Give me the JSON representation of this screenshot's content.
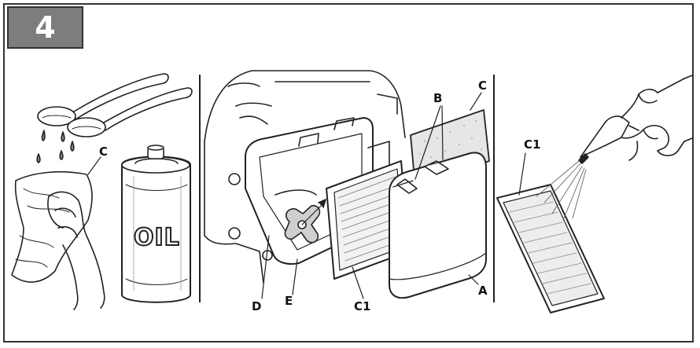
{
  "step": {
    "number": "4"
  },
  "labels": {
    "c_left": "C",
    "oil": "OIL",
    "b": "B",
    "c_top": "C",
    "d": "D",
    "e": "E",
    "c1_mid": "C1",
    "a": "A",
    "c1_right": "C1"
  },
  "colors": {
    "badge": "#7d7d7d",
    "line": "#222222",
    "background": "#ffffff"
  }
}
